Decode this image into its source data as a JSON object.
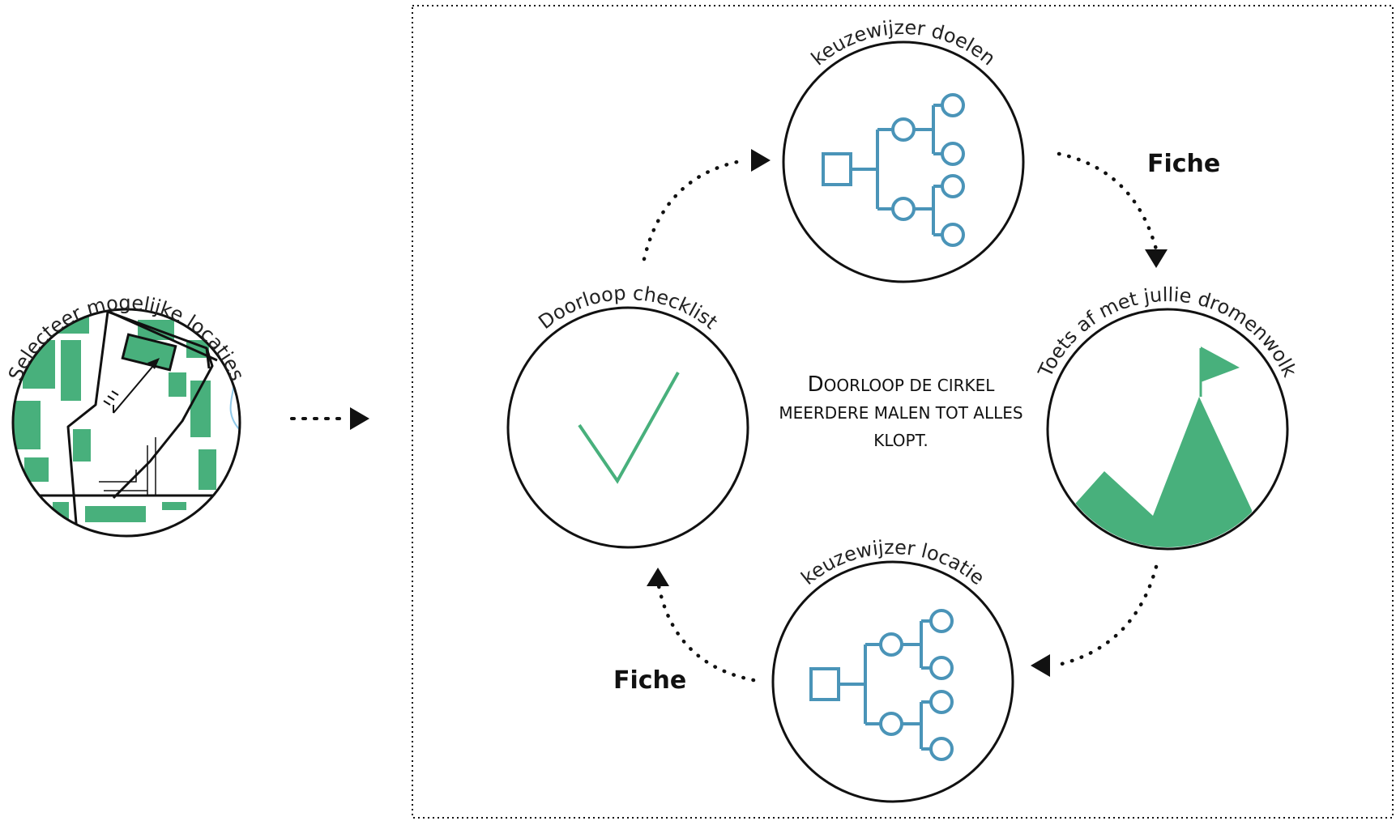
{
  "labels": {
    "selecteer": "Selecteer mogelijke locaties",
    "doelen": "keuzewijzer doelen",
    "checklist": "Doorloop checklist",
    "dromenwolk": "Toets af met jullie dromenwolk",
    "locatie": "keuzewijzer locatie"
  },
  "fiche_top": "Fiche",
  "fiche_bottom": "Fiche",
  "center_note": {
    "line1": "Doorloop de cirkel",
    "line2": "meerdere malen tot alles",
    "line3": "klopt."
  },
  "colors": {
    "green": "#48b07c",
    "blue": "#4a94b8",
    "ink": "#111111",
    "river": "#8fc8e8"
  }
}
